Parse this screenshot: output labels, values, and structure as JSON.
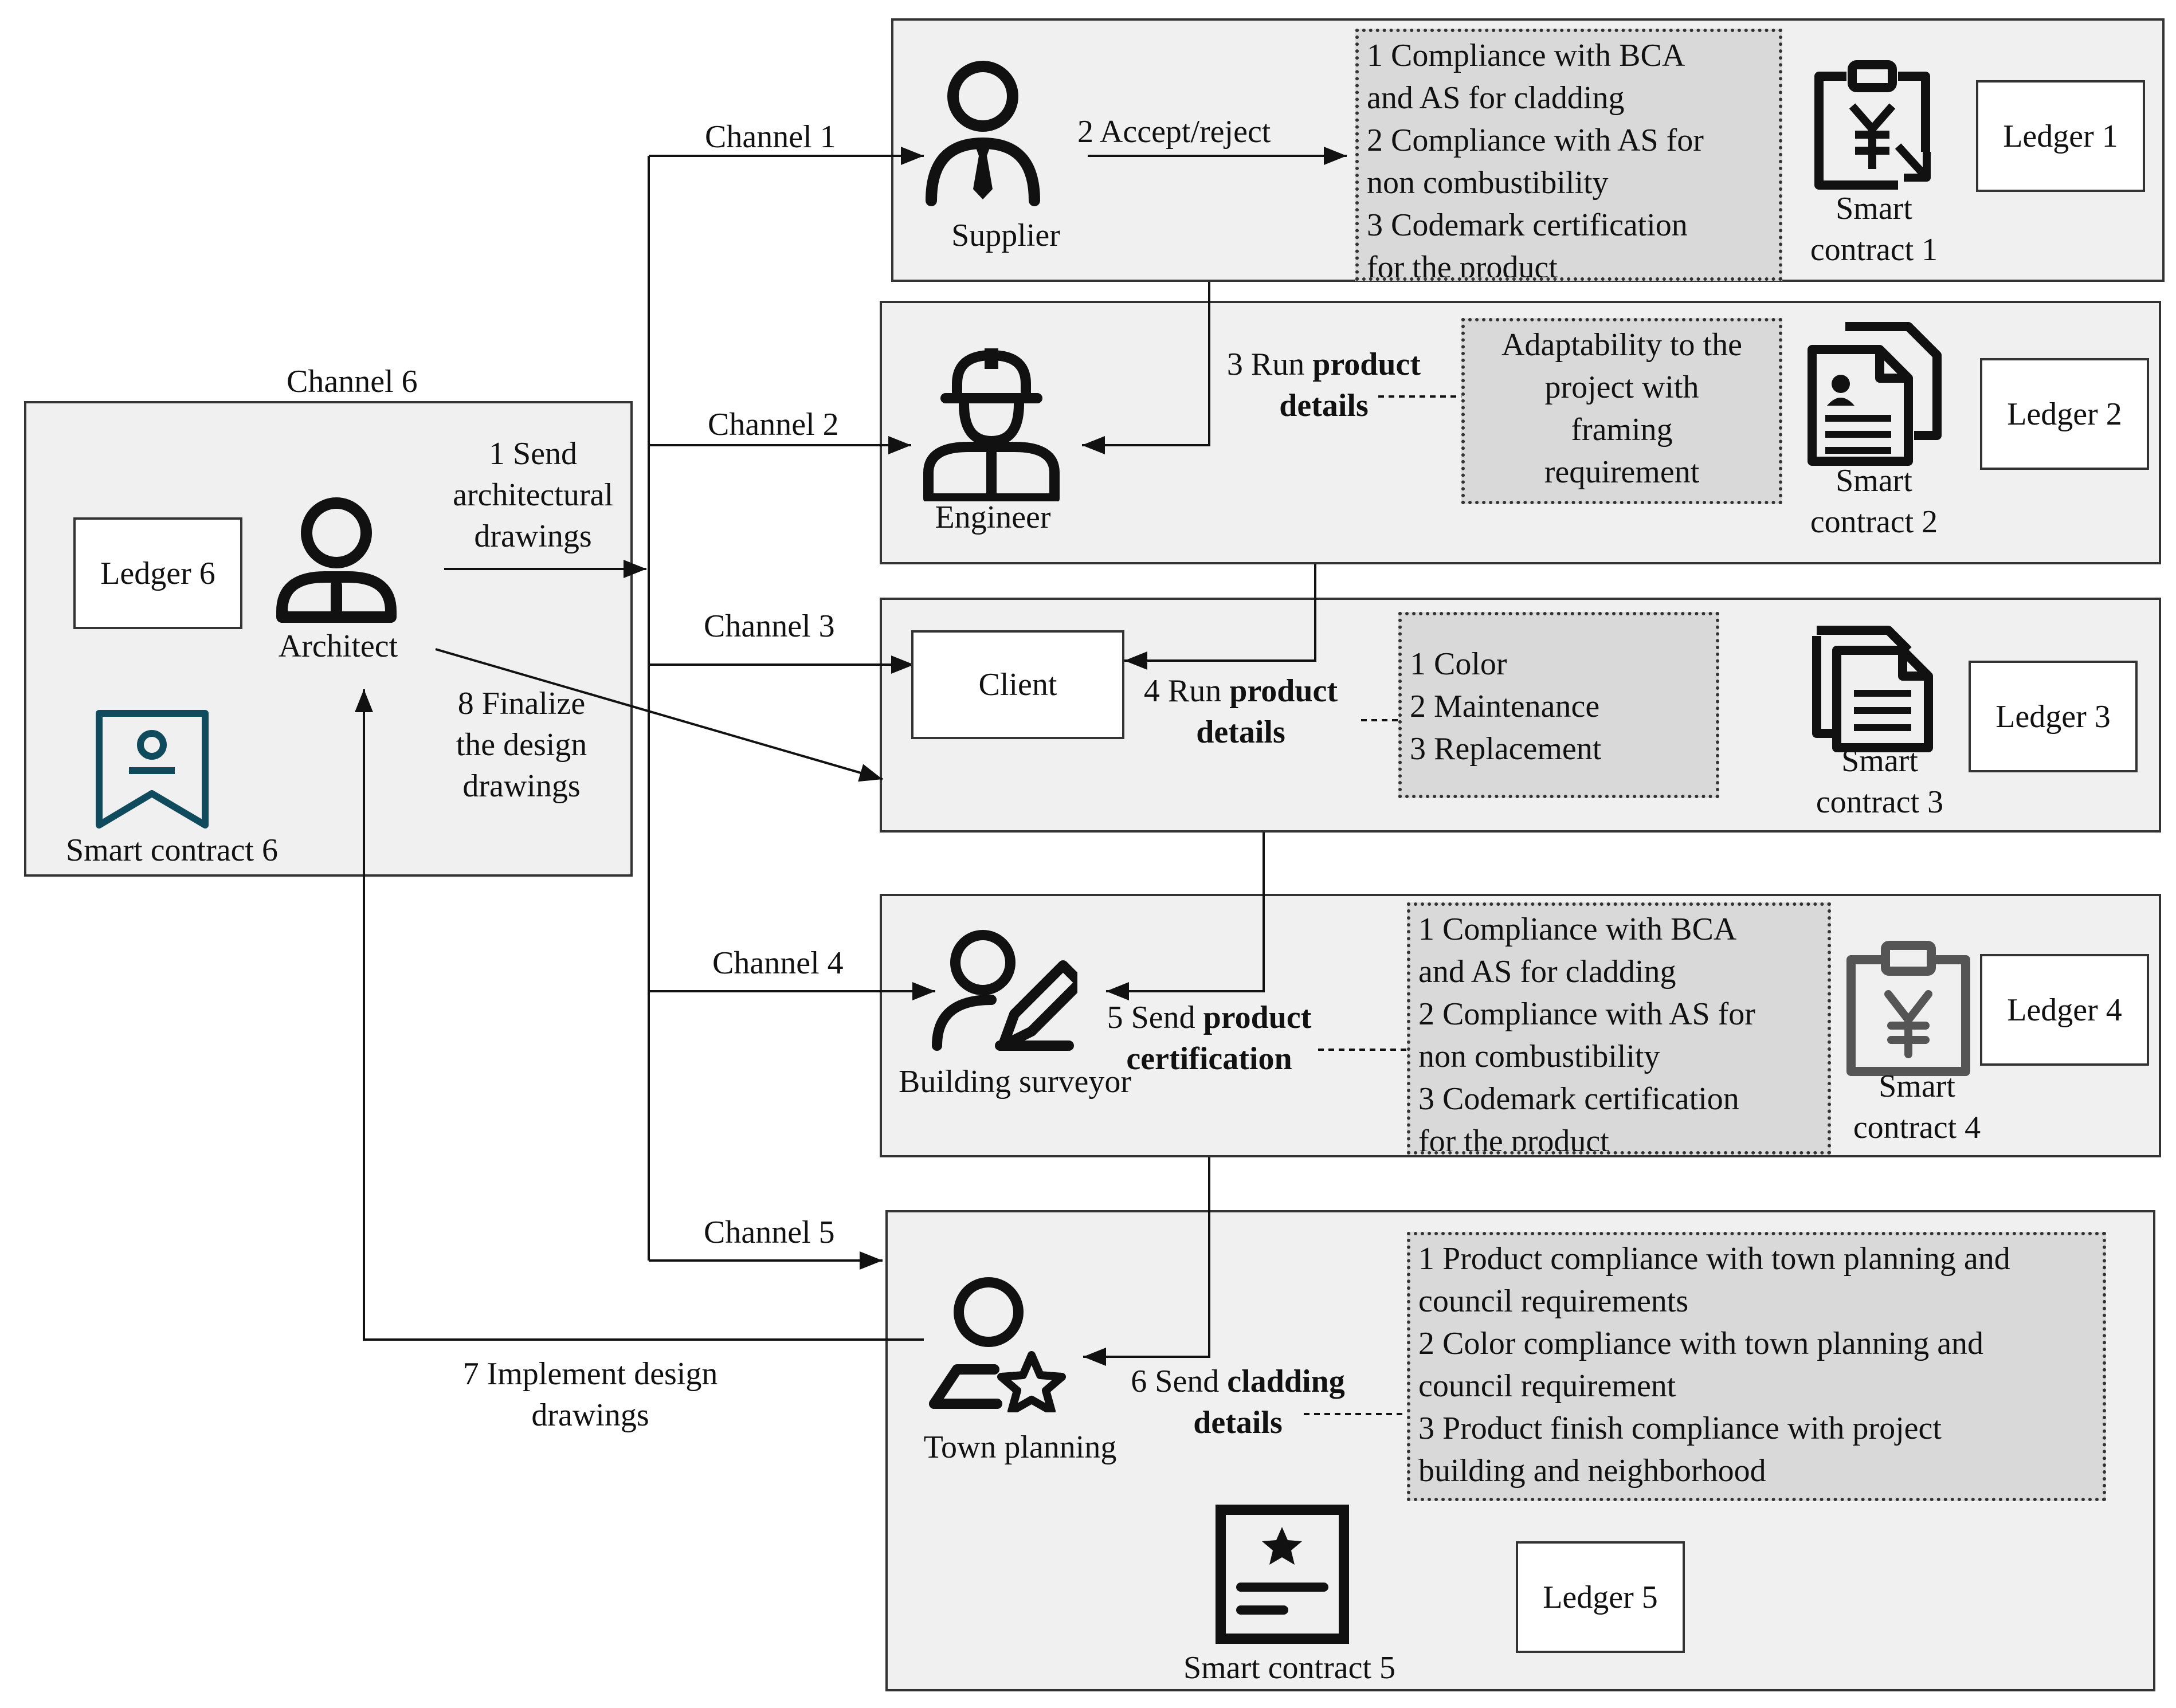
{
  "channels": {
    "c1": "Channel 1",
    "c2": "Channel 2",
    "c3": "Channel 3",
    "c4": "Channel 4",
    "c5": "Channel 5",
    "c6": "Channel 6"
  },
  "actors": {
    "supplier": "Supplier",
    "engineer": "Engineer",
    "client": "Client",
    "surveyor": "Building surveyor",
    "town": "Town planning",
    "architect": "Architect"
  },
  "ledgers": {
    "l1": "Ledger 1",
    "l2": "Ledger 2",
    "l3": "Ledger 3",
    "l4": "Ledger 4",
    "l5": "Ledger 5",
    "l6": "Ledger 6"
  },
  "contracts": {
    "sc1": [
      "Smart",
      "contract 1"
    ],
    "sc2": [
      "Smart",
      "contract 2"
    ],
    "sc3": [
      "Smart",
      "contract 3"
    ],
    "sc4": [
      "Smart",
      "contract 4"
    ],
    "sc5": "Smart contract 5",
    "sc6": "Smart contract 6"
  },
  "conditions": {
    "supplier": [
      "1 Compliance with BCA",
      "and AS for cladding",
      "2 Compliance with AS for",
      "non combustibility",
      "3 Codemark certification",
      "for the product"
    ],
    "engineer": [
      "Adaptability to the",
      "project with",
      "framing",
      "requirement"
    ],
    "client": [
      "1 Color",
      "2 Maintenance",
      "3 Replacement"
    ],
    "surveyor": [
      "1 Compliance with BCA",
      "and AS for cladding",
      "2 Compliance with AS for",
      "non combustibility",
      "3 Codemark certification",
      "for the product"
    ],
    "town": [
      "1 Product compliance with town planning and",
      "council requirements",
      "2 Color compliance with town planning and",
      "council requirement",
      "3 Product finish compliance with project",
      "building and neighborhood"
    ]
  },
  "steps": {
    "s1": [
      "1 Send",
      "architectural",
      "drawings"
    ],
    "s2": "2 Accept/reject",
    "s3_plain": "3 Run ",
    "s3_bold1": "product",
    "s3_bold2": "details",
    "s4_plain": "4 Run ",
    "s4_bold1": "product",
    "s4_bold2": "details",
    "s5_plain": "5 Send ",
    "s5_bold1": "product",
    "s5_bold2": "certification",
    "s6_plain": "6 Send ",
    "s6_bold1": "cladding",
    "s6_bold2": "details",
    "s7": [
      "7 Implement design",
      "drawings"
    ],
    "s8": [
      "8 Finalize",
      "the design",
      "drawings"
    ]
  },
  "colors": {
    "panel": "#f0f0f0",
    "condition": "#d9d9d9",
    "stroke": "#111111",
    "surveyor_contract_icon": "#555555"
  }
}
